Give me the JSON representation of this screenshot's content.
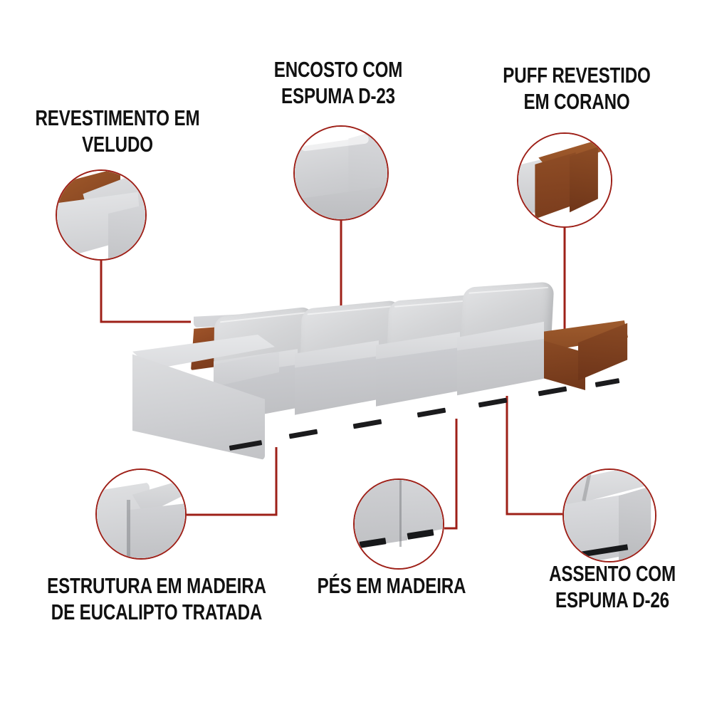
{
  "page": {
    "background": "#ffffff",
    "accent_line_color": "#9e2018",
    "text_color": "#111111",
    "fabric_color": "#c8c9cb",
    "wood_color": "#8a4a24",
    "foot_color": "#1b1b1d"
  },
  "product": {
    "type": "modular-sofa",
    "seat_modules": 4,
    "back_cushions": 4,
    "has_puff": true,
    "puff_side": "right",
    "puff_material": "corano",
    "upholstery": "veludo"
  },
  "callouts": [
    {
      "id": "revestimento",
      "label": "REVESTIMENTO EM\nVELUDO",
      "detail_icon": "velvet-upholstery-detail",
      "connector": "elbow-down-right"
    },
    {
      "id": "encosto",
      "label": "ENCOSTO COM\nESPUMA D-23",
      "detail_icon": "backrest-foam-detail",
      "connector": "straight-down"
    },
    {
      "id": "puff",
      "label": "PUFF REVESTIDO\nEM CORANO",
      "detail_icon": "corano-puff-detail",
      "connector": "straight-down"
    },
    {
      "id": "estrutura",
      "label": "ESTRUTURA EM MADEIRA\nDE EUCALIPTO TRATADA",
      "detail_icon": "wood-frame-detail",
      "connector": "elbow-right-up"
    },
    {
      "id": "pes",
      "label": "PÉS EM MADEIRA",
      "detail_icon": "wooden-feet-detail",
      "connector": "elbow-right-up"
    },
    {
      "id": "assento",
      "label": "ASSENTO COM\nESPUMA D-26",
      "detail_icon": "seat-foam-detail",
      "connector": "elbow-left-up"
    }
  ]
}
